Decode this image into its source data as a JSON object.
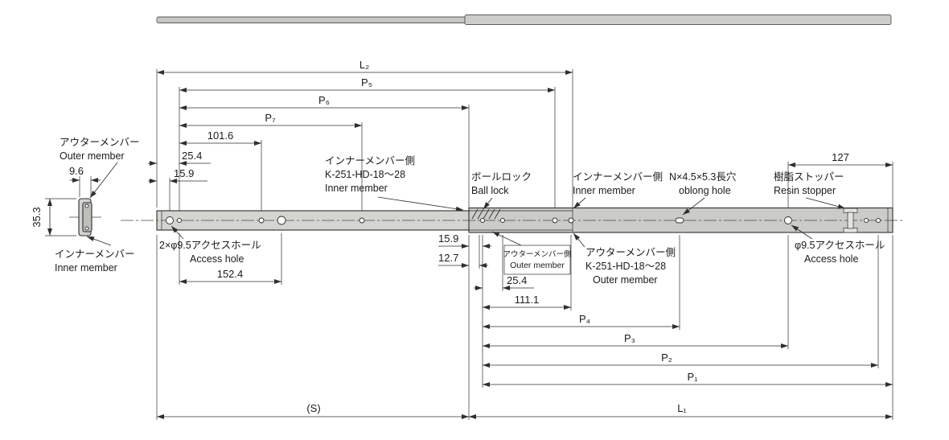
{
  "colors": {
    "line": "#2f2f2f",
    "rail_fill_inner": "#d4d4d0",
    "rail_fill_outer": "#cbcbc7",
    "profile_fill": "#c6c6c2",
    "background": "#ffffff"
  },
  "drawing": {
    "top_dims": {
      "L2": "L₂",
      "P5": "P₅",
      "P6": "P₆",
      "P7": "P₇",
      "d101_6": "101.6",
      "d25_4": "25.4",
      "d15_9": "15.9",
      "d127": "127"
    },
    "left": {
      "d9_6": "9.6",
      "d35_3": "35.3",
      "outer_member": {
        "jp": "アウターメンバー",
        "en": "Outer member"
      },
      "inner_member": {
        "jp": "インナーメンバー",
        "en": "Inner member"
      }
    },
    "bottom_dims": {
      "d152_4": "152.4",
      "d15_9": "15.9",
      "d12_7": "12.7",
      "d25_4": "25.4",
      "d111_1": "111.1",
      "P4": "P₄",
      "P3": "P₃",
      "P2": "P₂",
      "P1": "P₁",
      "S": "(S)",
      "L1": "L₁"
    },
    "callouts": {
      "inner_side_mid": {
        "jp": "インナーメンバー側",
        "model": "K-251-HD-18〜28",
        "en": "Inner member"
      },
      "ball_lock": {
        "jp": "ボールロック",
        "en": "Ball lock"
      },
      "inner_side_right": {
        "jp": "インナーメンバー側",
        "en": "Inner member"
      },
      "oblong_hole": {
        "jp": "N×4.5×5.3長穴",
        "en": "oblong hole"
      },
      "resin_stopper": {
        "jp": "樹脂ストッパー",
        "en": "Resin stopper"
      },
      "access_hole_left": {
        "jp": "2×φ9.5アクセスホール",
        "en": "Access hole"
      },
      "outer_side_box": {
        "jp": "アウターメンバー側",
        "en": "Outer member"
      },
      "outer_side_right": {
        "jp": "アウターメンバー側",
        "model": "K-251-HD-18〜28",
        "en": "Outer member"
      },
      "access_hole_right": {
        "jp": "φ9.5アクセスホール",
        "en": "Access hole"
      }
    }
  }
}
